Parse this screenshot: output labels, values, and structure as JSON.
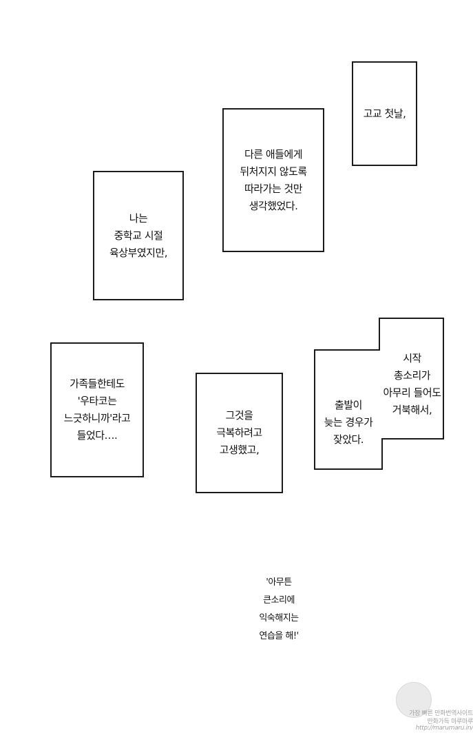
{
  "panels": {
    "first_day": "고교 첫날,",
    "keep_up": "다른 애들에게\n뒤처지지 않도록\n따라가는 것만\n생각했었다.",
    "middle_school": "나는\n중학교 시절\n육상부였지만,",
    "family": "가족들한테도\n'우타코는\n느긋하니까'라고\n들었다….",
    "overcome": "그것을\n극복하려고\n고생했고,",
    "late_start": "출발이\n늦는 경우가\n잦았다.",
    "starting_shot": "시작\n총소리가\n아무리 들어도\n거북해서,"
  },
  "caption": "'아무튼\n큰소리에\n익숙해지는\n연습을 해!'",
  "watermark": {
    "line1": "가장 빠른 만화번역사이트",
    "line2": "만화가득 마루마루",
    "line3": "http://marumaru.in/"
  }
}
